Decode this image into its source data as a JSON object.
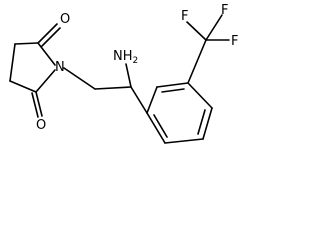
{
  "molecule": {
    "atoms": {
      "oxygen_top": "O",
      "oxygen_bottom": "O",
      "ring_nitrogen": "N",
      "amine_group": "NH",
      "amine_subscript": "2",
      "fluorine_top_left": "F",
      "fluorine_top_right": "F",
      "fluorine_right": "F"
    },
    "colors": {
      "bond": "#000000",
      "label": "#000000",
      "background": "#ffffff"
    }
  }
}
